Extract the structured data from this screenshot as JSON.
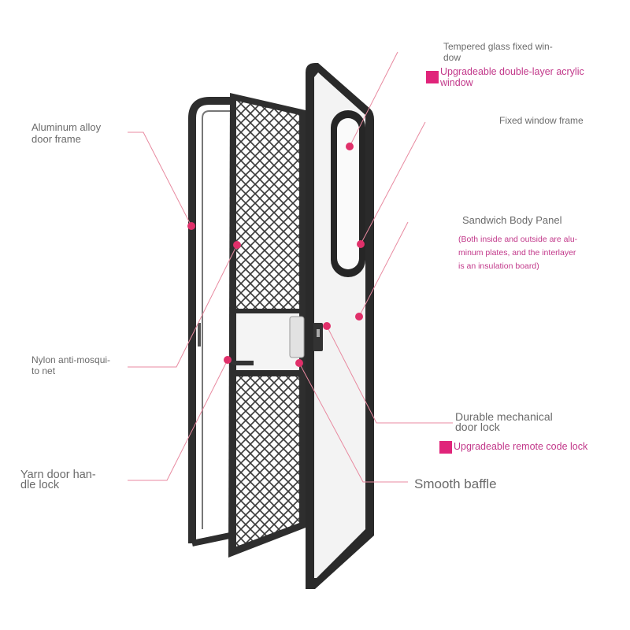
{
  "colors": {
    "accent": "#e0306a",
    "leader": "#e88aa0",
    "upgrade": "#e0247a",
    "label_gray": "#6b6b6b",
    "label_pink": "#c2388a",
    "frame": "#2e2e2e",
    "panel": "#f3f3f3"
  },
  "labels": {
    "tempered_glass": [
      "Tempered glass fixed win-",
      "dow"
    ],
    "acrylic_upgrade": [
      "Upgradeable double-layer acrylic",
      "window"
    ],
    "fixed_window_frame": "Fixed window frame",
    "aluminum_frame": [
      "Aluminum alloy",
      "door frame"
    ],
    "sandwich_panel": "Sandwich Body Panel",
    "sandwich_note": [
      "(Both inside and outside are alu-",
      "minum plates, and the interlayer",
      "is an insulation board)"
    ],
    "nylon_net": [
      "Nylon anti-mosqui-",
      "to net"
    ],
    "mechanical_lock": [
      "Durable mechanical",
      "door lock"
    ],
    "remote_lock_upgrade": "Upgradeable remote code lock",
    "yarn_handle": [
      "Yarn door han-",
      "dle lock"
    ],
    "smooth_baffle": "Smooth baffle"
  }
}
